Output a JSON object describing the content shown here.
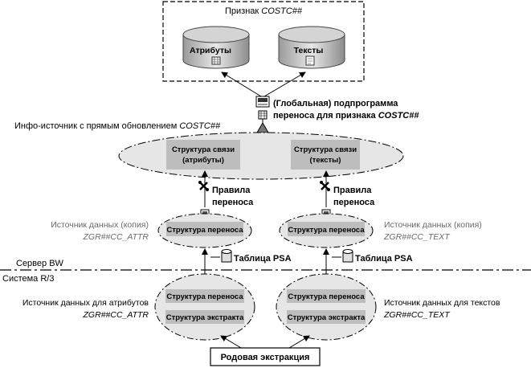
{
  "characteristic": {
    "label": "Признак",
    "name": "COSTC##"
  },
  "cylinders": {
    "attributes": "Атрибуты",
    "texts": "Тексты"
  },
  "transfer_program": {
    "line1": "(Глобальная) подпрограмма",
    "line2_prefix": "переноса для признака",
    "name": "COSTC##"
  },
  "infosource": {
    "label": "Инфо-источник с прямым обновлением",
    "name": "COSTC##"
  },
  "comm_struct_attr": {
    "line1": "Структура связи",
    "line2": "(атрибуты)"
  },
  "comm_struct_text": {
    "line1": "Структура связи",
    "line2": "(тексты)"
  },
  "transfer_rules": {
    "line1": "Правила",
    "line2": "переноса"
  },
  "datasource_copy": {
    "label": "Источник данных (копия)"
  },
  "datasource_attr_name": "ZGR##CC_ATTR",
  "datasource_text_name": "ZGR##CC_TEXT",
  "transfer_structure": "Структура переноса",
  "extract_structure": "Структура экстракта",
  "psa_table": "Таблица PSA",
  "server_bw": "Сервер BW",
  "system_r3": "Система R/3",
  "datasource_attr_label": "Источник данных для атрибутов",
  "datasource_text_label": "Источник данных для текстов",
  "generic_extraction": "Родовая экстракция",
  "colors": {
    "line": "#000000",
    "ellipse_fill": "#e6e6e6",
    "box_fill": "#bdbdbd",
    "muted_text": "#6a6a6a"
  }
}
